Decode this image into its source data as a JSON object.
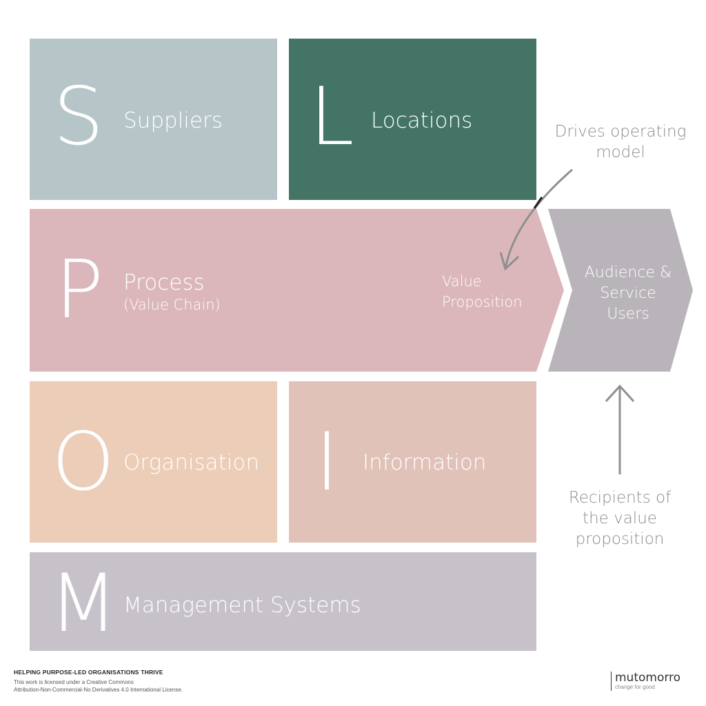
{
  "blocks": {
    "suppliers": {
      "letter": "S",
      "label": "Suppliers"
    },
    "locations": {
      "letter": "L",
      "label": "Locations"
    },
    "process": {
      "letter": "P",
      "label": "Process",
      "sublabel": "(Value Chain)",
      "value_line1": "Value",
      "value_line2": "Proposition"
    },
    "organisation": {
      "letter": "O",
      "label": "Organisation"
    },
    "information": {
      "letter": "I",
      "label": "Information"
    },
    "management": {
      "letter": "M",
      "label": "Management Systems"
    }
  },
  "audience": {
    "line1": "Audience &",
    "line2": "Service",
    "line3": "Users"
  },
  "notes": {
    "drives": {
      "line1": "Drives operating",
      "line2": "model"
    },
    "recipients": {
      "line1": "Recipients of",
      "line2": "the value",
      "line3": "proposition"
    }
  },
  "footer": {
    "title": "HELPING PURPOSE-LED ORGANISATIONS THRIVE",
    "line1": "This work is licensed under a Creative Commons",
    "line2": "Attribution-Non-Commercial-No Derivatives 4.0 International License."
  },
  "brand": {
    "name": "mutomorro",
    "tagline": "change for good"
  },
  "colors": {
    "suppliers": "#b6c5c8",
    "locations": "#437466",
    "process": "#dbb7bc",
    "organisation": "#eccdb8",
    "information": "#e1c2b8",
    "management": "#c7c2c9",
    "audience": "#b9b4ba",
    "arrow": "#8f8f8f"
  }
}
